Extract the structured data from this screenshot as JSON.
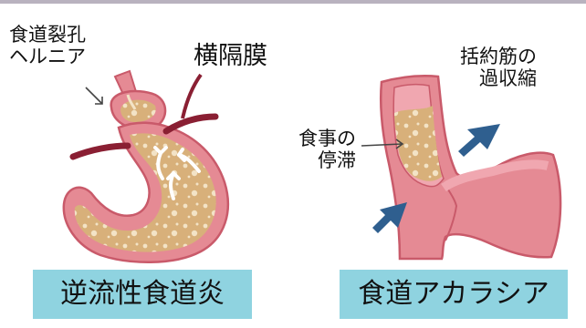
{
  "diagrams": {
    "left": {
      "hernia_label_line1": "食道裂孔",
      "hernia_label_line2": "ヘルニア",
      "diaphragm_label": "横隔膜",
      "caption": "逆流性食道炎"
    },
    "right": {
      "sphincter_label_line1": "括約筋の",
      "sphincter_label_line2": "過収縮",
      "stasis_label_line1": "食事の",
      "stasis_label_line2": "停滞",
      "caption": "食道アカラシア"
    }
  },
  "colors": {
    "organ_wall": "#e58a94",
    "organ_outline": "#c95a6a",
    "food": "#d8b07a",
    "diaphragm": "#8a1f33",
    "arrow_blue": "#2f5f8f",
    "caption_bg": "#8fd3e0"
  }
}
